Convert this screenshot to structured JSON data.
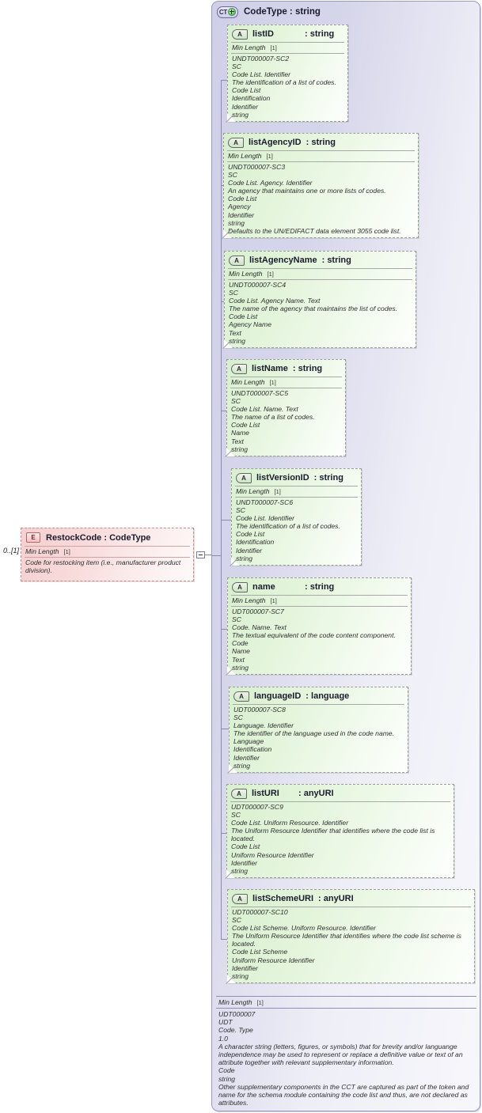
{
  "diagram": {
    "kind": "xsd-schema-diagram",
    "element": {
      "badge": "E",
      "name": "RestockCode : CodeType",
      "cardinality": "0..[1]",
      "facet_label": "Min Length",
      "facet_value": "[1]",
      "documentation": "Code for restocking item (i.e., manufacturer product division).",
      "expander": "minus-icon"
    },
    "complex_type": {
      "badge": "CT",
      "badge_plus": "plus-icon",
      "title": "CodeType : string",
      "footer": {
        "facet_label": "Min Length",
        "facet_value": "[1]",
        "lines": [
          "UDT000007",
          "UDT",
          "Code. Type",
          "1.0",
          "A character string (letters, figures, or symbols) that for brevity and/or languange independence may be used to represent or replace a definitive value or text of an attribute together with relevant supplementary information.",
          "Code",
          "string",
          "Other supplementary components in the CCT are captured as part of the token and name for the schema module containing the code list and thus, are not declared as attributes."
        ]
      }
    },
    "attributes": [
      {
        "badge": "A",
        "name": "listID",
        "type": ": string",
        "facet_label": "Min Length",
        "facet_value": "[1]",
        "lines": [
          "UNDT000007-SC2",
          "SC",
          "Code List. Identifier",
          "The identification of a list of codes.",
          "Code List",
          "Identification",
          "Identifier",
          "string"
        ]
      },
      {
        "badge": "A",
        "name": "listAgencyID",
        "type": ": string",
        "facet_label": "Min Length",
        "facet_value": "[1]",
        "lines": [
          "UNDT000007-SC3",
          "SC",
          "Code List. Agency. Identifier",
          "An agency that maintains one or more lists of codes.",
          "Code List",
          "Agency",
          "Identifier",
          "string",
          "Defaults to the UN/EDIFACT data element 3055 code list."
        ]
      },
      {
        "badge": "A",
        "name": "listAgencyName",
        "type": ": string",
        "facet_label": "Min Length",
        "facet_value": "[1]",
        "lines": [
          "UNDT000007-SC4",
          "SC",
          "Code List. Agency Name. Text",
          "The name of the agency that maintains the list of codes.",
          "Code List",
          "Agency Name",
          "Text",
          "string"
        ]
      },
      {
        "badge": "A",
        "name": "listName",
        "type": ": string",
        "facet_label": "Min Length",
        "facet_value": "[1]",
        "lines": [
          "UNDT000007-SC5",
          "SC",
          "Code List. Name. Text",
          "The name of a list of codes.",
          "Code List",
          "Name",
          "Text",
          "string"
        ]
      },
      {
        "badge": "A",
        "name": "listVersionID",
        "type": ": string",
        "facet_label": "Min Length",
        "facet_value": "[1]",
        "lines": [
          "UNDT000007-SC6",
          "SC",
          "Code List. Identifier",
          "The identification of a list of codes.",
          "Code List",
          "Identification",
          "Identifier",
          "string"
        ]
      },
      {
        "badge": "A",
        "name": "name",
        "type": ": string",
        "facet_label": "Min Length",
        "facet_value": "[1]",
        "lines": [
          "UDT000007-SC7",
          "SC",
          "Code. Name. Text",
          "The textual equivalent of the code content component.",
          "Code",
          "Name",
          "Text",
          "string"
        ]
      },
      {
        "badge": "A",
        "name": "languageID",
        "type": ": language",
        "facet_label": "",
        "facet_value": "",
        "lines": [
          "UDT000007-SC8",
          "SC",
          "Language. Identifier",
          "The identifier of the language used in the code name.",
          "Language",
          "Identification",
          "Identifier",
          "string"
        ]
      },
      {
        "badge": "A",
        "name": "listURI",
        "type": ": anyURI",
        "facet_label": "",
        "facet_value": "",
        "lines": [
          "UDT000007-SC9",
          "SC",
          "Code List. Uniform Resource. Identifier",
          "The Uniform Resource Identifier that identifies where the code list is located.",
          "Code List",
          "Uniform Resource Identifier",
          "Identifier",
          "string"
        ]
      },
      {
        "badge": "A",
        "name": "listSchemeURI",
        "type": ": anyURI",
        "facet_label": "",
        "facet_value": "",
        "lines": [
          "UDT000007-SC10",
          "SC",
          "Code List Scheme. Uniform Resource. Identifier",
          "The Uniform Resource Identifier that identifies where the code list scheme is located.",
          "Code List Scheme",
          "Uniform Resource Identifier",
          "Identifier",
          "string"
        ]
      }
    ]
  },
  "colors": {
    "element_fill": "#f5cfcf",
    "complextype_fill": "#d5d5ea",
    "attribute_fill": "#ddf2d4",
    "connector": "#8a8ab0"
  }
}
